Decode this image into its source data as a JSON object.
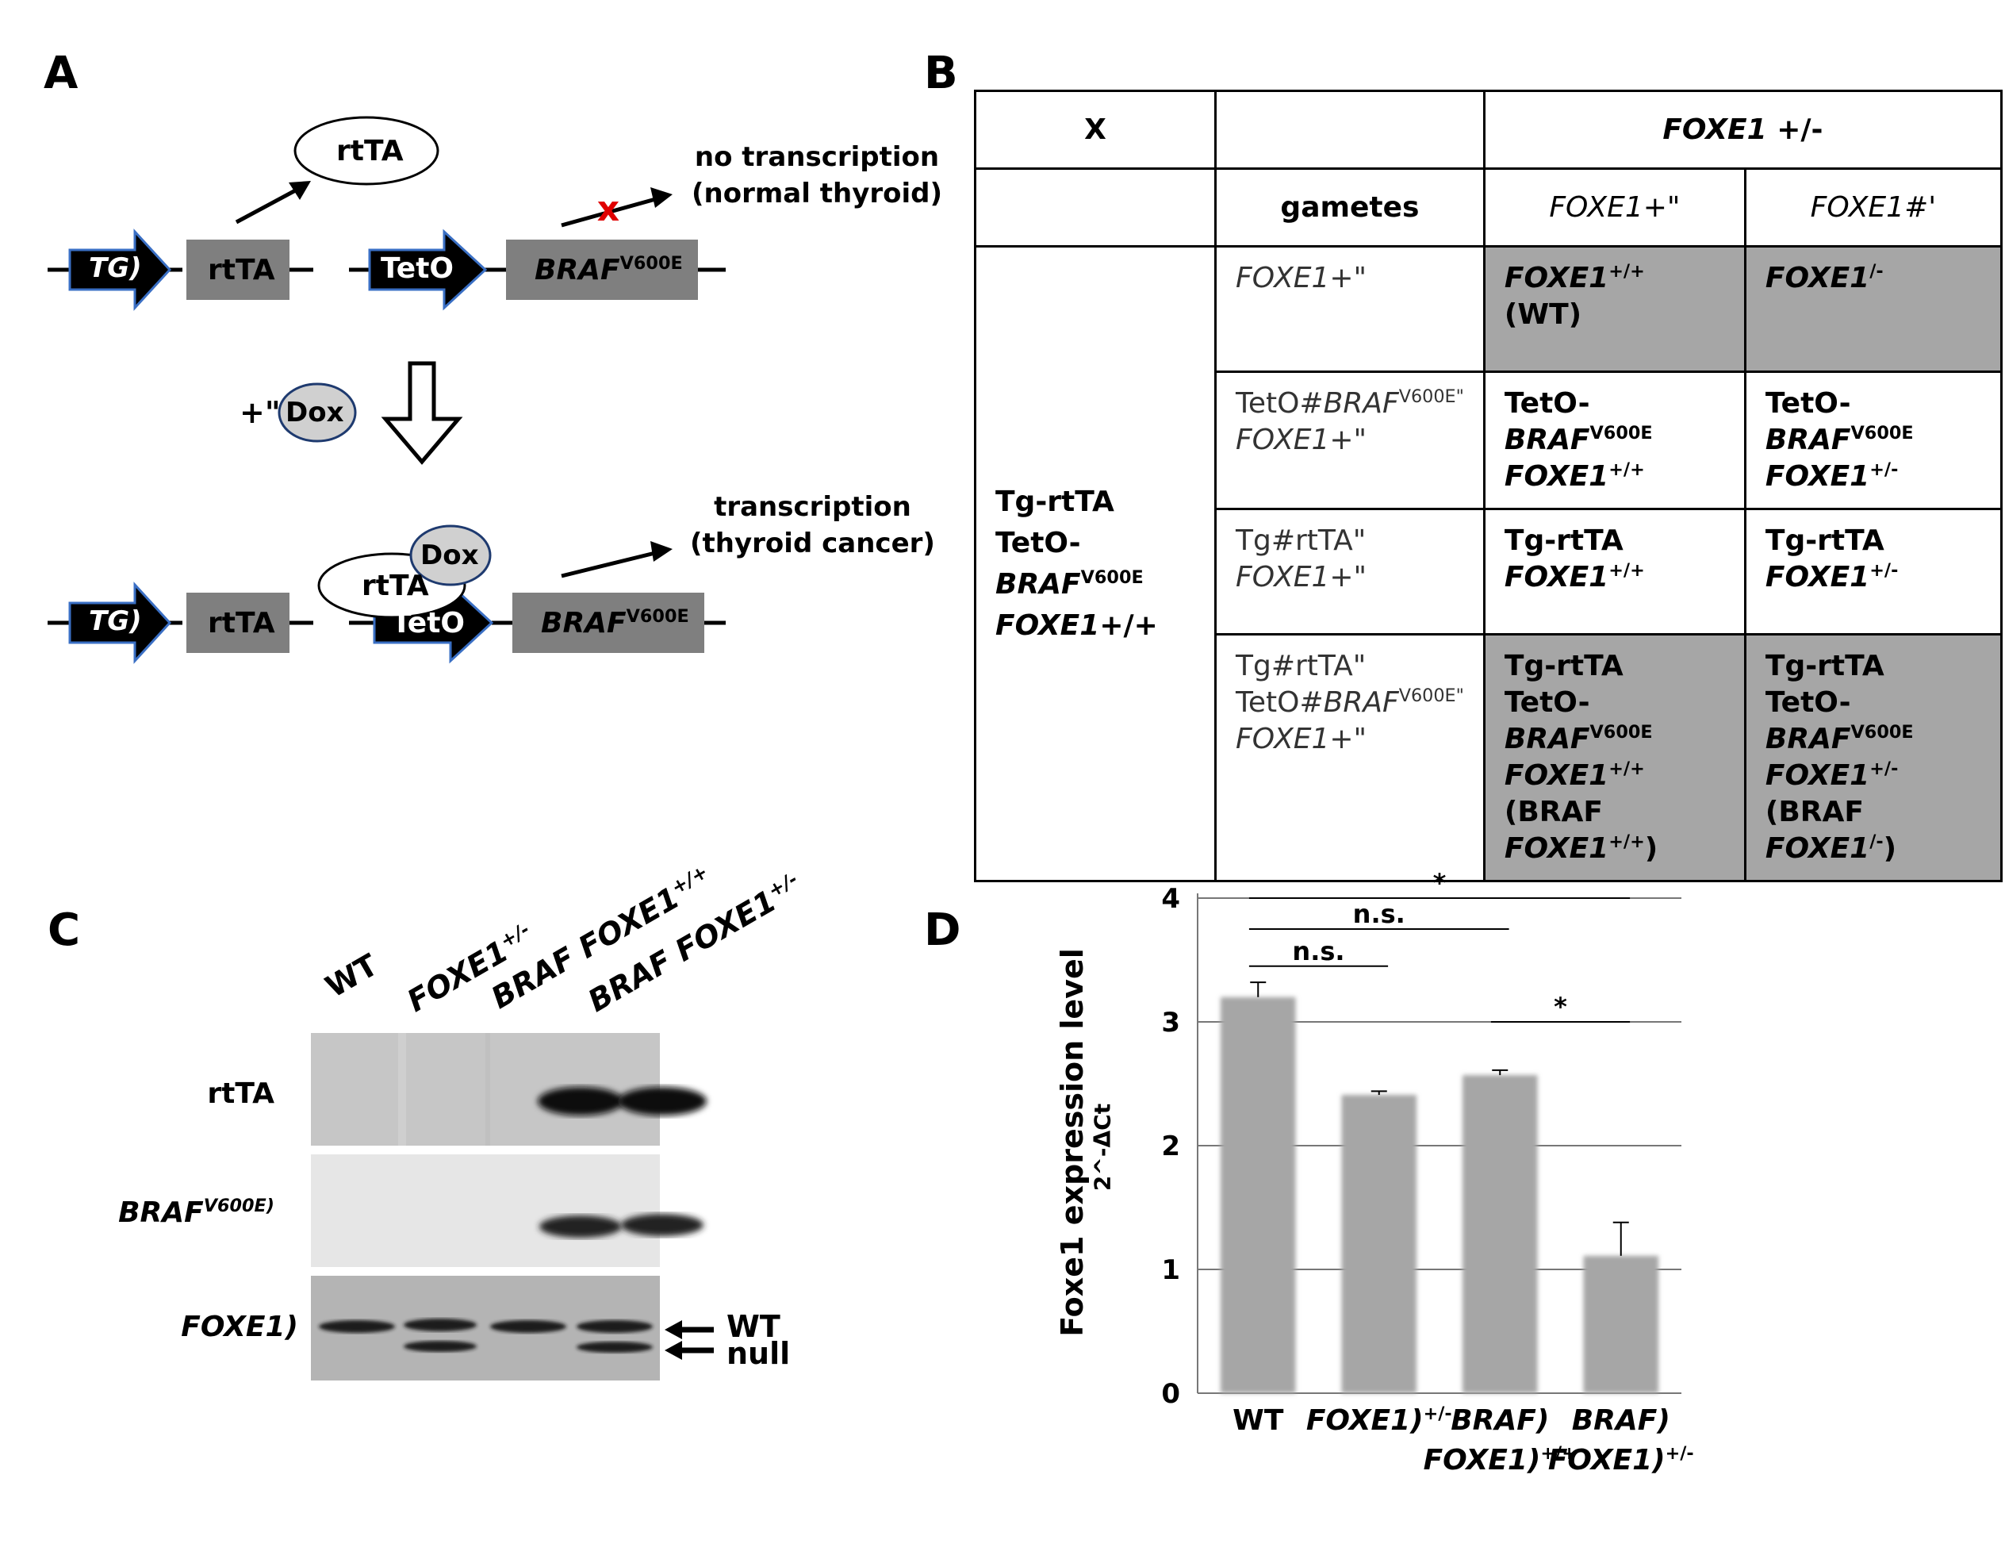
{
  "panels": {
    "a": "A",
    "b": "B",
    "c": "C",
    "d": "D"
  },
  "panel_a": {
    "rtta_bubble": "rtTA",
    "tg": "TG)",
    "rtta": "rtTA",
    "teto": "TetO",
    "braf": "BRAF",
    "braf_sup": "V600E",
    "no_transcription_1": "no transcription",
    "no_transcription_2": "(normal thyroid)",
    "plus": "+\"",
    "dox": "Dox",
    "dox2": "Dox",
    "rtta_bound": "rtTA",
    "tg2": "TG)",
    "rtta2": "rtTA",
    "teto2": "TetO",
    "braf2": "BRAF",
    "braf2_sup": "V600E",
    "transcription_1": "transcription",
    "transcription_2": "(thyroid cancer)"
  },
  "panel_b": {
    "corner": "X",
    "header_gene": "FOXE1",
    "header_geno": " +/-",
    "gametes": "gametes",
    "col1_gene": "FOXE1",
    "col1_sym": "+\"",
    "col2_gene": "FOXE1",
    "col2_sym": "#'",
    "parent_line1": "Tg-rtTA",
    "parent_line2": "TetO-",
    "parent_line3": "BRAF",
    "parent_line3_sup": "V600E",
    "parent_line4_gene": "FOXE1",
    "parent_line4_geno": "+/+",
    "g1_gene": "FOXE1",
    "g1_sym": "+\"",
    "g2_l1a": "TetO#",
    "g2_l1b": "BRAF",
    "g2_l1sup": "V600E\"",
    "g2_l2": "FOXE1",
    "g2_l2sym": "+\"",
    "g3_l1": "Tg#rtTA\"",
    "g3_l2": "FOXE1",
    "g3_l2sym": "+\"",
    "g4_l1": "Tg#rtTA\"",
    "g4_l2a": "TetO#",
    "g4_l2b": "BRAF",
    "g4_l2sup": "V600E\"",
    "g4_l3": "FOXE1",
    "g4_l3sym": "+\"",
    "r1c1_gene": "FOXE1",
    "r1c1_sup": "+/+",
    "r1c1_note": " (WT)",
    "r1c2_gene": "FOXE1",
    "r1c2_sup": "/-",
    "r2c1_a": "TetO-",
    "r2c1_b": "BRAF",
    "r2c1_sup": "V600E",
    "r2c1_c": "FOXE1",
    "r2c1_csup": "+/+",
    "r2c2_a": "TetO-",
    "r2c2_b": "BRAF",
    "r2c2_sup": "V600E",
    "r2c2_c": "FOXE1",
    "r2c2_csup": "+/-",
    "r3c1_a": "Tg-rtTA",
    "r3c1_b": "FOXE1",
    "r3c1_bsup": "+/+",
    "r3c2_a": "Tg-rtTA",
    "r3c2_b": "FOXE1",
    "r3c2_bsup": "+/-",
    "r4c1_a": "Tg-rtTA",
    "r4c1_b1": "TetO-",
    "r4c1_b2": "BRAF",
    "r4c1_bsup": "V600E",
    "r4c1_c": "FOXE1",
    "r4c1_csup": "+/+",
    "r4c1_d1": "(BRAF ",
    "r4c1_d2": "FOXE1",
    "r4c1_dsup": "+/+",
    "r4c1_d3": ")",
    "r4c2_a": "Tg-rtTA",
    "r4c2_b1": "TetO-",
    "r4c2_b2": "BRAF",
    "r4c2_bsup": "V600E",
    "r4c2_c": "FOXE1",
    "r4c2_csup": "+/-",
    "r4c2_d1": "(BRAF ",
    "r4c2_d2": "FOXE1",
    "r4c2_dsup": "/-",
    "r4c2_d3": ")"
  },
  "panel_c": {
    "lane1": "WT",
    "lane2": "FOXE1",
    "lane2_sup": "+/-",
    "lane3": "BRAF  FOXE1",
    "lane3_sup": "+/+",
    "lane4": "BRAF  FOXE1",
    "lane4_sup": "+/-",
    "row1": "rtTA",
    "row2": "BRAF",
    "row2_sup": "V600E)",
    "row3": "FOXE1)",
    "arrow_wt": "WT",
    "arrow_null": "null"
  },
  "panel_d": {
    "ylabel": "Foxe1  expression level",
    "ylabel2": "2^-ΔCt",
    "chart_data": {
      "type": "bar",
      "categories": [
        "WT",
        "FOXE1)+/-",
        "BRAF) FOXE1)+/+",
        "BRAF) FOXE1)+/-"
      ],
      "values": [
        3.2,
        2.41,
        2.57,
        1.11
      ],
      "errors": [
        0.12,
        0.03,
        0.04,
        0.27
      ],
      "ylim": [
        0,
        4
      ],
      "yticks": [
        "0",
        "1",
        "2",
        "3",
        "4"
      ],
      "grid": true,
      "bar_color": "#a6a6a6",
      "comparisons": [
        {
          "from": 0,
          "to": 3,
          "label": "*"
        },
        {
          "from": 0,
          "to": 2,
          "label": "n.s."
        },
        {
          "from": 0,
          "to": 1,
          "label": "n.s."
        },
        {
          "from": 2,
          "to": 3,
          "label": "*"
        }
      ]
    },
    "cat_labels": [
      {
        "l1": "WT",
        "l1sup": "",
        "l2": "",
        "l2sup": ""
      },
      {
        "l1": "FOXE1)",
        "l1sup": "+/-",
        "l2": "",
        "l2sup": ""
      },
      {
        "l1": "BRAF)",
        "l1sup": "",
        "l2": "FOXE1)",
        "l2sup": "+/+"
      },
      {
        "l1": "BRAF)",
        "l1sup": "",
        "l2": "FOXE1)",
        "l2sup": "+/-"
      }
    ]
  }
}
